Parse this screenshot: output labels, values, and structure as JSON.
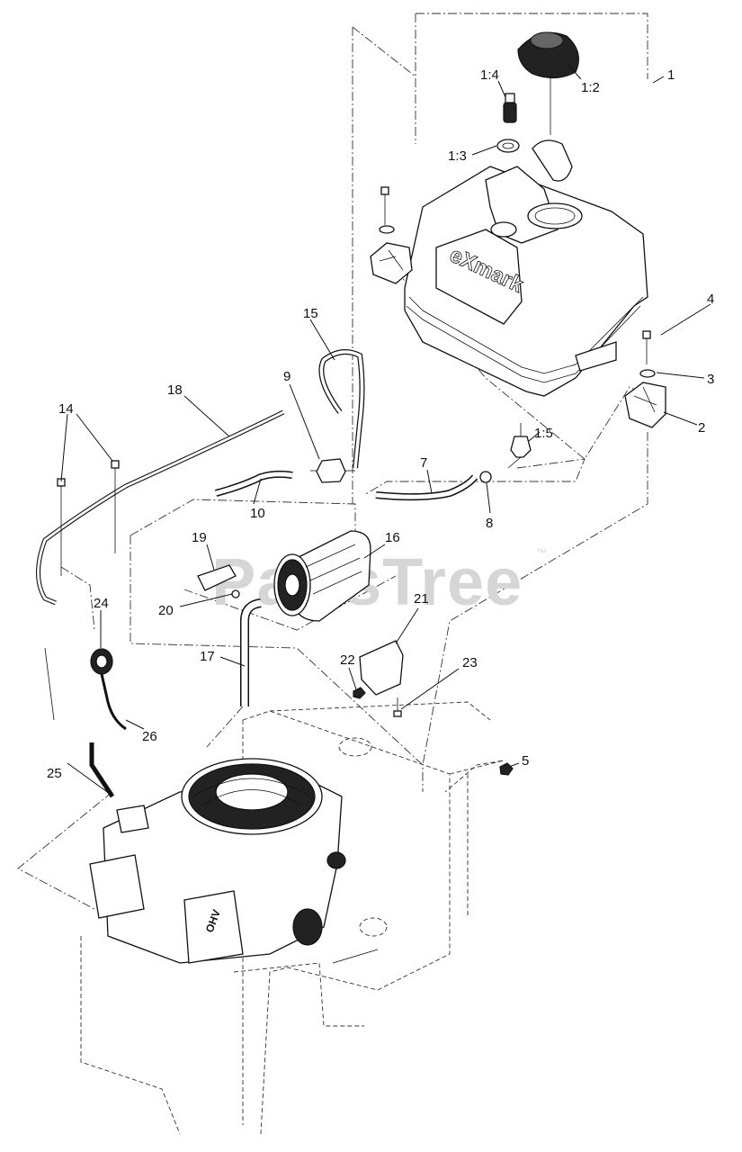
{
  "watermark": {
    "text": "PartsTree",
    "tm": "™"
  },
  "tank_brand": "eXmark",
  "engine_badge": "OHV",
  "callouts": [
    {
      "id": "1",
      "label": "1"
    },
    {
      "id": "1-2",
      "label": "1:2"
    },
    {
      "id": "1-4",
      "label": "1:4"
    },
    {
      "id": "1-3",
      "label": "1:3"
    },
    {
      "id": "4",
      "label": "4"
    },
    {
      "id": "3",
      "label": "3"
    },
    {
      "id": "2",
      "label": "2"
    },
    {
      "id": "15",
      "label": "15"
    },
    {
      "id": "18",
      "label": "18"
    },
    {
      "id": "14",
      "label": "14"
    },
    {
      "id": "9",
      "label": "9"
    },
    {
      "id": "1-5",
      "label": "1:5"
    },
    {
      "id": "7",
      "label": "7"
    },
    {
      "id": "10",
      "label": "10"
    },
    {
      "id": "8",
      "label": "8"
    },
    {
      "id": "19",
      "label": "19"
    },
    {
      "id": "16",
      "label": "16"
    },
    {
      "id": "20",
      "label": "20"
    },
    {
      "id": "24",
      "label": "24"
    },
    {
      "id": "21",
      "label": "21"
    },
    {
      "id": "17",
      "label": "17"
    },
    {
      "id": "22",
      "label": "22"
    },
    {
      "id": "23",
      "label": "23"
    },
    {
      "id": "26",
      "label": "26"
    },
    {
      "id": "5",
      "label": "5"
    },
    {
      "id": "25",
      "label": "25"
    }
  ]
}
